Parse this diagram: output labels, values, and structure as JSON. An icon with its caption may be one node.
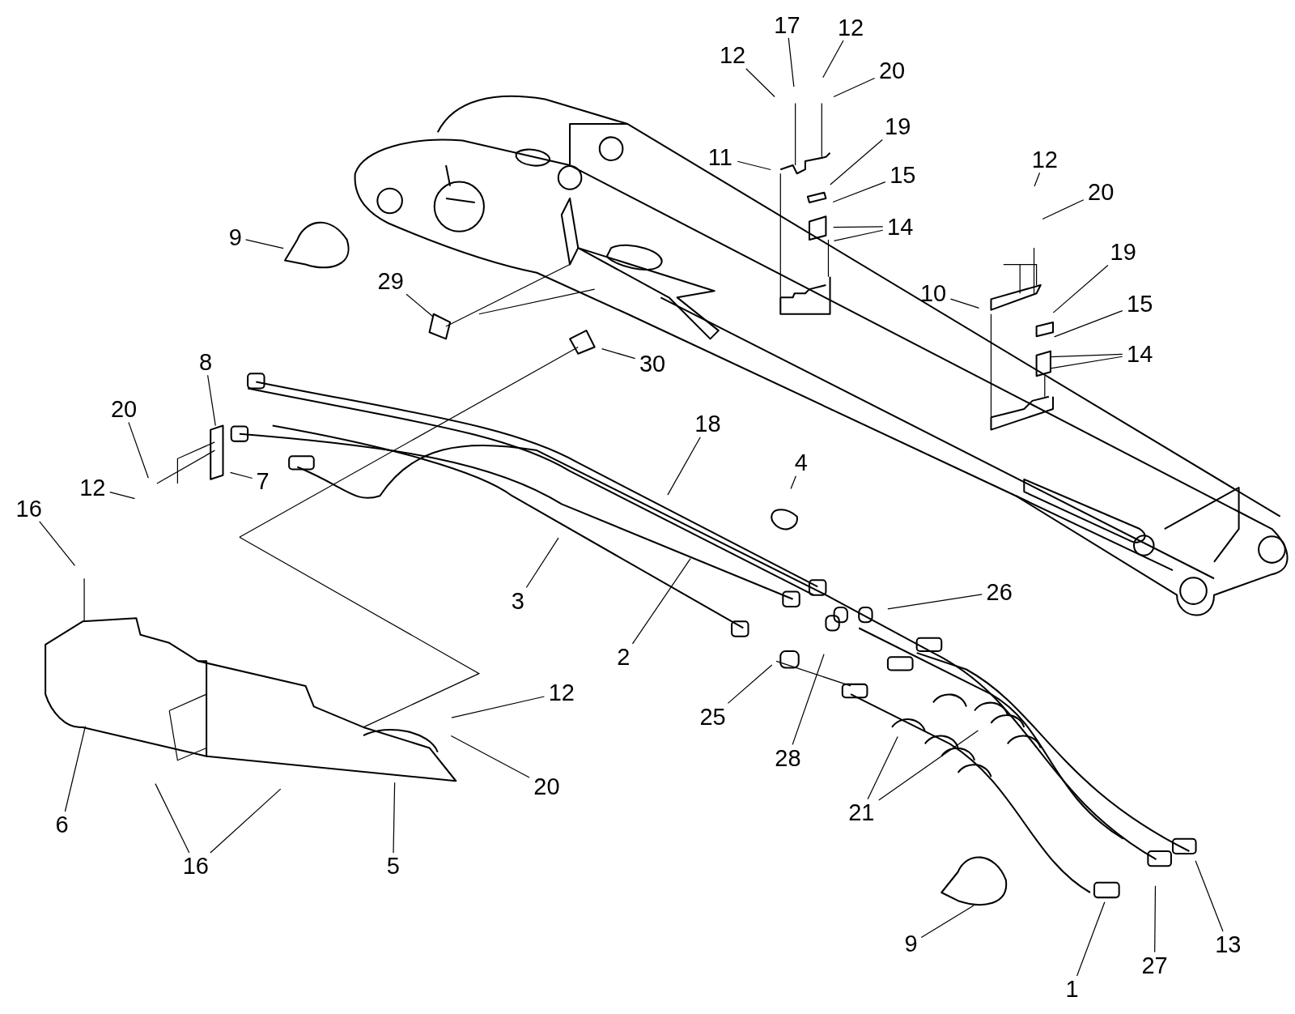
{
  "diagram": {
    "nodes": [
      {
        "text": [
          "17"
        ]
      },
      {
        "text": [
          "12"
        ]
      },
      {
        "text": [
          "12"
        ]
      },
      {
        "text": [
          "20"
        ]
      },
      {
        "text": [
          "19"
        ]
      },
      {
        "text": [
          "11"
        ]
      },
      {
        "text": [
          "12"
        ]
      },
      {
        "text": [
          "15"
        ]
      },
      {
        "text": [
          "20"
        ]
      },
      {
        "text": [
          "14"
        ]
      },
      {
        "text": [
          "9"
        ]
      },
      {
        "text": [
          "19"
        ]
      },
      {
        "text": [
          "29"
        ]
      },
      {
        "text": [
          "10"
        ]
      },
      {
        "text": [
          "15"
        ]
      },
      {
        "text": [
          "14"
        ]
      },
      {
        "text": [
          "8"
        ]
      },
      {
        "text": [
          "30"
        ]
      },
      {
        "text": [
          "20"
        ]
      },
      {
        "text": [
          "18"
        ]
      },
      {
        "text": [
          "4"
        ]
      },
      {
        "text": [
          "7"
        ]
      },
      {
        "text": [
          "12"
        ]
      },
      {
        "text": [
          "16"
        ]
      },
      {
        "text": [
          "26"
        ]
      },
      {
        "text": [
          "3"
        ]
      },
      {
        "text": [
          "2"
        ]
      },
      {
        "text": [
          "12"
        ]
      },
      {
        "text": [
          "25"
        ]
      },
      {
        "text": [
          "28"
        ]
      },
      {
        "text": [
          "20"
        ]
      },
      {
        "text": [
          "6"
        ]
      },
      {
        "text": [
          "21"
        ]
      },
      {
        "text": [
          "16"
        ]
      },
      {
        "text": [
          "5"
        ]
      },
      {
        "text": [
          "9"
        ]
      },
      {
        "text": [
          "13"
        ]
      },
      {
        "text": [
          "27"
        ]
      },
      {
        "text": [
          "1"
        ]
      }
    ],
    "edges": [
      {
        "from": 0,
        "to": null,
        "arrow": "none"
      },
      {
        "from": 1,
        "to": null,
        "arrow": "none"
      },
      {
        "from": 2,
        "to": null,
        "arrow": "none"
      },
      {
        "from": 3,
        "to": null,
        "arrow": "none"
      },
      {
        "from": 4,
        "to": null,
        "arrow": "none"
      },
      {
        "from": 5,
        "to": null,
        "arrow": "none"
      },
      {
        "from": 6,
        "to": null,
        "arrow": "none"
      },
      {
        "from": 7,
        "to": null,
        "arrow": "none"
      },
      {
        "from": 8,
        "to": null,
        "arrow": "none"
      },
      {
        "from": 9,
        "to": null,
        "arrow": "none"
      },
      {
        "from": 9,
        "to": null,
        "arrow": "none"
      },
      {
        "from": 10,
        "to": null,
        "arrow": "none"
      },
      {
        "from": 11,
        "to": null,
        "arrow": "none"
      },
      {
        "from": 12,
        "to": null,
        "arrow": "none"
      },
      {
        "from": 13,
        "to": null,
        "arrow": "none"
      },
      {
        "from": 14,
        "to": null,
        "arrow": "none"
      },
      {
        "from": 15,
        "to": null,
        "arrow": "none"
      },
      {
        "from": 15,
        "to": null,
        "arrow": "none"
      },
      {
        "from": 16,
        "to": null,
        "arrow": "none"
      },
      {
        "from": 17,
        "to": null,
        "arrow": "none"
      },
      {
        "from": 18,
        "to": null,
        "arrow": "none"
      },
      {
        "from": 19,
        "to": null,
        "arrow": "none"
      },
      {
        "from": 20,
        "to": null,
        "arrow": "none"
      },
      {
        "from": 21,
        "to": null,
        "arrow": "none"
      },
      {
        "from": 22,
        "to": null,
        "arrow": "none"
      },
      {
        "from": 23,
        "to": null,
        "arrow": "none"
      },
      {
        "from": 24,
        "to": null,
        "arrow": "none"
      },
      {
        "from": 25,
        "to": null,
        "arrow": "none"
      },
      {
        "from": 26,
        "to": null,
        "arrow": "none"
      },
      {
        "from": 27,
        "to": null,
        "arrow": "none"
      },
      {
        "from": 28,
        "to": null,
        "arrow": "none"
      },
      {
        "from": 29,
        "to": null,
        "arrow": "none"
      },
      {
        "from": 30,
        "to": null,
        "arrow": "none"
      },
      {
        "from": 31,
        "to": null,
        "arrow": "none"
      },
      {
        "from": 32,
        "to": null,
        "arrow": "none"
      },
      {
        "from": 32,
        "to": null,
        "arrow": "none"
      },
      {
        "from": 33,
        "to": null,
        "arrow": "none"
      },
      {
        "from": 33,
        "to": null,
        "arrow": "none"
      },
      {
        "from": 34,
        "to": null,
        "arrow": "none"
      },
      {
        "from": 35,
        "to": null,
        "arrow": "none"
      },
      {
        "from": 36,
        "to": null,
        "arrow": "none"
      },
      {
        "from": 37,
        "to": null,
        "arrow": "none"
      },
      {
        "from": 38,
        "to": null,
        "arrow": "none"
      }
    ]
  }
}
